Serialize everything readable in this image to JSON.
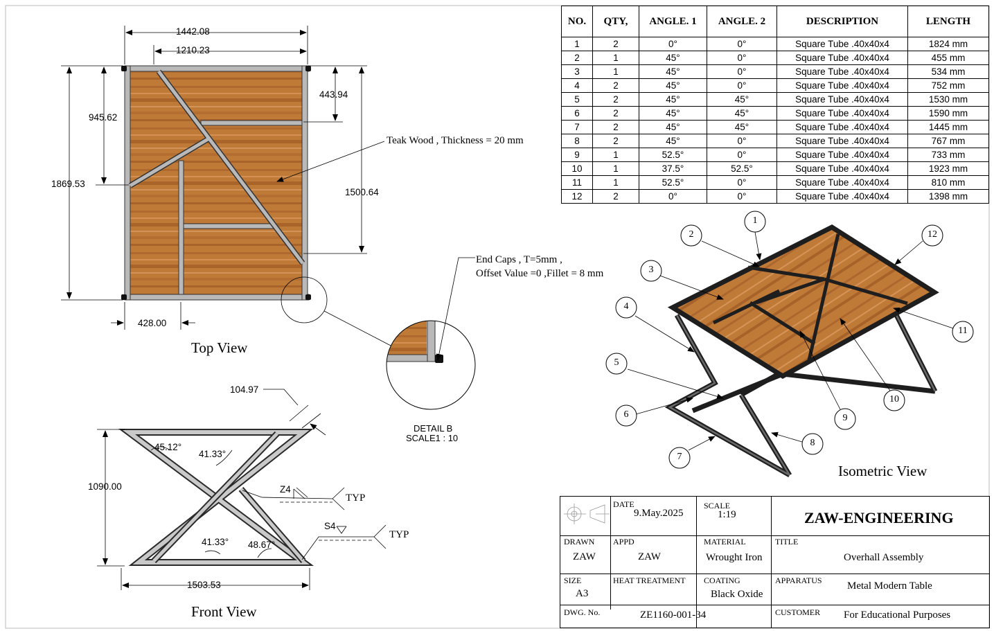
{
  "bom": {
    "headers": [
      "NO.",
      "QTY,",
      "ANGLE. 1",
      "ANGLE. 2",
      "DESCRIPTION",
      "LENGTH"
    ],
    "rows": [
      [
        "1",
        "2",
        "0°",
        "0°",
        "Square Tube .40x40x4",
        "1824 mm"
      ],
      [
        "2",
        "1",
        "45°",
        "0°",
        "Square Tube .40x40x4",
        "455 mm"
      ],
      [
        "3",
        "1",
        "45°",
        "0°",
        "Square Tube .40x40x4",
        "534 mm"
      ],
      [
        "4",
        "2",
        "45°",
        "0°",
        "Square Tube .40x40x4",
        "752 mm"
      ],
      [
        "5",
        "2",
        "45°",
        "45°",
        "Square Tube .40x40x4",
        "1530 mm"
      ],
      [
        "6",
        "2",
        "45°",
        "45°",
        "Square Tube .40x40x4",
        "1590 mm"
      ],
      [
        "7",
        "2",
        "45°",
        "45°",
        "Square Tube .40x40x4",
        "1445 mm"
      ],
      [
        "8",
        "2",
        "45°",
        "0°",
        "Square Tube .40x40x4",
        "767 mm"
      ],
      [
        "9",
        "1",
        "52.5°",
        "0°",
        "Square Tube .40x40x4",
        "733 mm"
      ],
      [
        "10",
        "1",
        "37.5°",
        "52.5°",
        "Square Tube .40x40x4",
        "1923 mm"
      ],
      [
        "11",
        "1",
        "52.5°",
        "0°",
        "Square Tube .40x40x4",
        "810 mm"
      ],
      [
        "12",
        "2",
        "0°",
        "0°",
        "Square Tube .40x40x4",
        "1398 mm"
      ]
    ]
  },
  "top_view": {
    "title": "Top View",
    "dim_total_width": "1442.08",
    "dim_inner_width": "1210.23",
    "dim_left_height": "945.62",
    "dim_total_height": "1869.53",
    "dim_right_upper": "443.94",
    "dim_right_lower": "1500.64",
    "dim_bottom": "428.00",
    "note_wood": "Teak Wood , Thickness = 20 mm",
    "note_caps_line1": "End Caps , T=5mm ,",
    "note_caps_line2": "Offset Value =0 ,Fillet = 8 mm"
  },
  "detail": {
    "title": "DETAIL B",
    "scale": "SCALE1 : 10"
  },
  "front_view": {
    "title": "Front View",
    "dim_tube": "104.97",
    "dim_height": "1090.00",
    "dim_width": "1503.53",
    "angle_a": "45.12°",
    "angle_b": "41.33°",
    "angle_c": "41.33°",
    "angle_d": "48.67°",
    "weld_1": "Z4",
    "weld_2": "S4",
    "typ_1": "TYP",
    "typ_2": "TYP"
  },
  "iso_view": {
    "title": "Isometric View",
    "balloons": [
      "1",
      "2",
      "3",
      "4",
      "5",
      "6",
      "7",
      "8",
      "9",
      "10",
      "11",
      "12"
    ]
  },
  "title_block": {
    "date_label": "DATE",
    "date": "9.May.2025",
    "scale_label": "SCALE",
    "scale": "1:19",
    "company": "ZAW-ENGINEERING",
    "drawn_label": "DRAWN",
    "drawn": "ZAW",
    "appd_label": "APPD",
    "appd": "ZAW",
    "material_label": "MATERIAL",
    "material": "Wrought Iron",
    "title_label": "TITLE",
    "title": "Overhall Assembly",
    "size_label": "SIZE",
    "size": "A3",
    "heat_label": "HEAT TREATMENT",
    "coating_label": "COATING",
    "coating": "Black Oxide",
    "apparatus_label": "APPARATUS",
    "apparatus": "Metal Modern Table",
    "dwg_label": "DWG. No.",
    "dwg": "ZE1160-001-34",
    "customer_label": "CUSTOMER",
    "customer": "For Educational Purposes"
  },
  "colors": {
    "wood_light": "#c98a44",
    "wood_dark": "#8a4d1f",
    "steel": "#3c3c3c",
    "steel_light": "#a8a8a8"
  }
}
